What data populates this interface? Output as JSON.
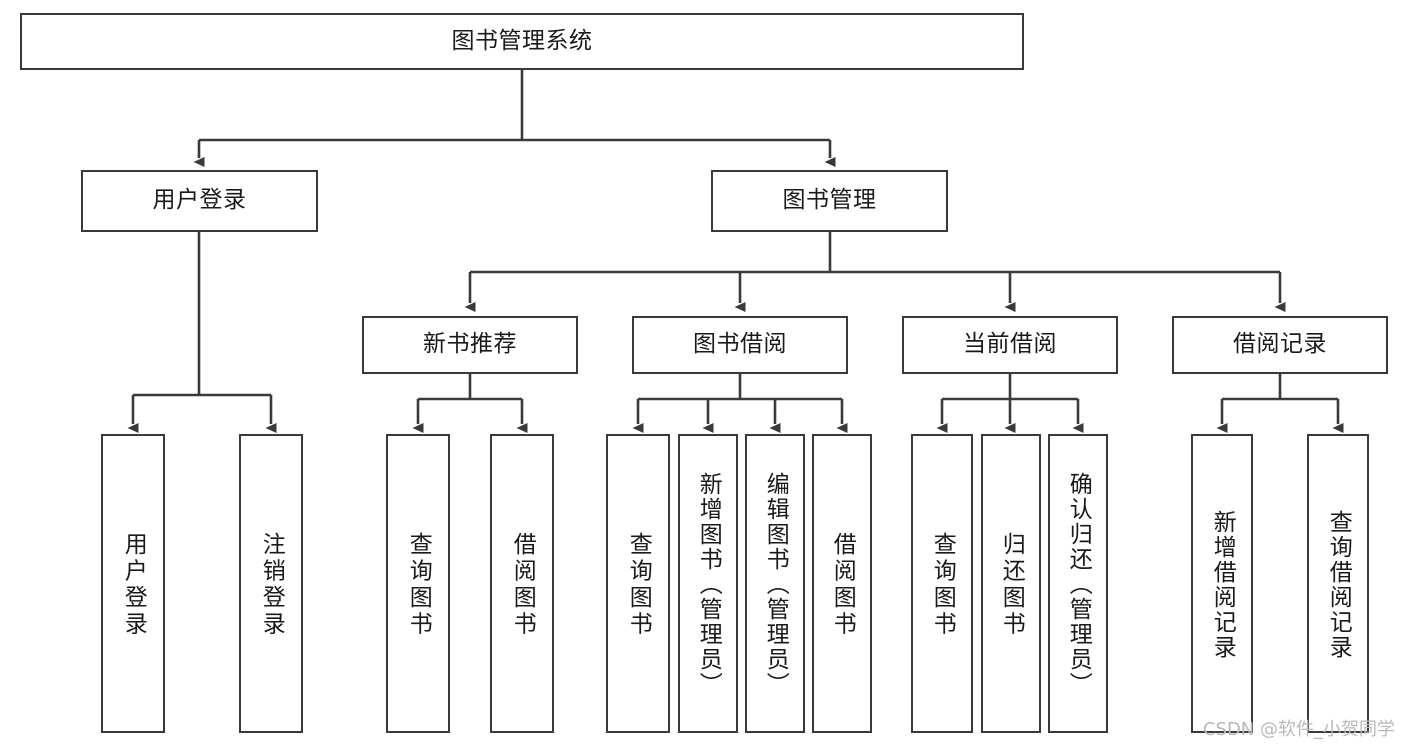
{
  "diagram": {
    "type": "hierarchy-tree",
    "title": "图书管理系统",
    "root": {
      "id": "root",
      "label": "图书管理系统"
    },
    "level2": [
      {
        "id": "user-login",
        "label": "用户登录"
      },
      {
        "id": "book-manage",
        "label": "图书管理"
      }
    ],
    "level3": [
      {
        "id": "new-book-recommend",
        "label": "新书推荐",
        "parent": "book-manage"
      },
      {
        "id": "book-borrow",
        "label": "图书借阅",
        "parent": "book-manage"
      },
      {
        "id": "current-borrow",
        "label": "当前借阅",
        "parent": "book-manage"
      },
      {
        "id": "borrow-record",
        "label": "借阅记录",
        "parent": "book-manage"
      }
    ],
    "leaves": [
      {
        "id": "leaf-user-login",
        "label": "用户登录",
        "parent": "user-login"
      },
      {
        "id": "leaf-user-logout",
        "label": "注销登录",
        "parent": "user-login"
      },
      {
        "id": "leaf-query-book-1",
        "label": "查询图书",
        "parent": "new-book-recommend"
      },
      {
        "id": "leaf-borrow-book-1",
        "label": "借阅图书",
        "parent": "new-book-recommend"
      },
      {
        "id": "leaf-query-book-2",
        "label": "查询图书",
        "parent": "book-borrow"
      },
      {
        "id": "leaf-add-book",
        "label": "新增图书（管理员）",
        "parent": "book-borrow"
      },
      {
        "id": "leaf-edit-book",
        "label": "编辑图书（管理员）",
        "parent": "book-borrow"
      },
      {
        "id": "leaf-borrow-book-2",
        "label": "借阅图书",
        "parent": "book-borrow"
      },
      {
        "id": "leaf-query-book-3",
        "label": "查询图书",
        "parent": "current-borrow"
      },
      {
        "id": "leaf-return-book",
        "label": "归还图书",
        "parent": "current-borrow"
      },
      {
        "id": "leaf-confirm-return",
        "label": "确认归还（管理员）",
        "parent": "current-borrow"
      },
      {
        "id": "leaf-add-record",
        "label": "新增借阅记录",
        "parent": "borrow-record"
      },
      {
        "id": "leaf-query-record",
        "label": "查询借阅记录",
        "parent": "borrow-record"
      }
    ],
    "watermark": "CSDN @软件_小贺同学",
    "colors": {
      "border": "#3a3a3a",
      "background": "#ffffff",
      "text": "#1a1a1a",
      "watermark": "#b9b9b9"
    }
  }
}
